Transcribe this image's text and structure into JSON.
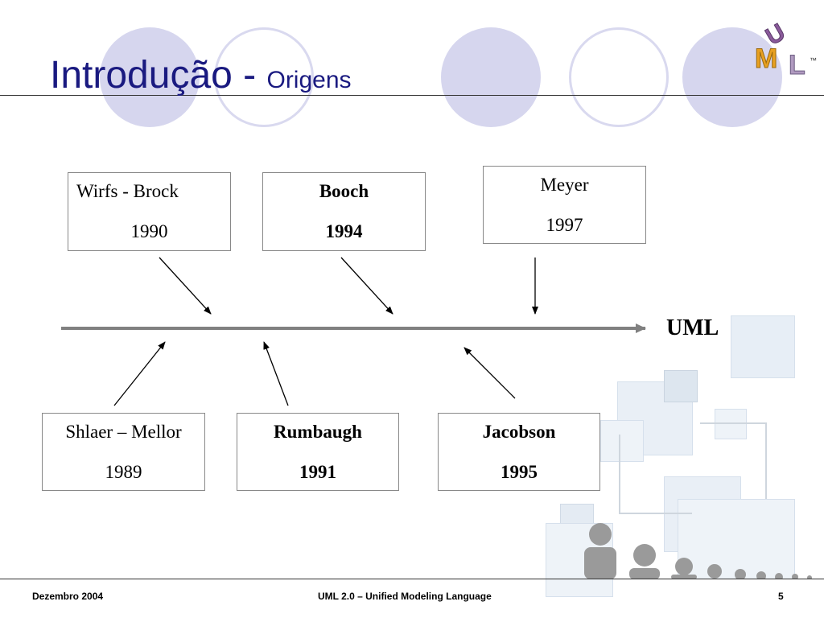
{
  "slide": {
    "title_main": "Introdução - ",
    "title_sub": "Origens",
    "logo_letters": [
      "U",
      "M",
      "L"
    ],
    "logo_trademark": "™"
  },
  "diagram": {
    "target_label": "UML",
    "top_boxes": [
      {
        "name": "Wirfs - Brock",
        "year": "1990",
        "bold": false
      },
      {
        "name": "Booch",
        "year": "1994",
        "bold": true
      },
      {
        "name": "Meyer",
        "year": "1997",
        "bold": false
      }
    ],
    "bottom_boxes": [
      {
        "name": "Shlaer – Mellor",
        "year": "1989",
        "bold": false
      },
      {
        "name": "Rumbaugh",
        "year": "1991",
        "bold": true
      },
      {
        "name": "Jacobson",
        "year": "1995",
        "bold": true
      }
    ]
  },
  "footer": {
    "date": "Dezembro 2004",
    "center": "UML 2.0 – Unified Modeling Language",
    "page": "5"
  },
  "colors": {
    "title": "#1a1a80",
    "circle_fill": "#d6d6ee",
    "circle_ring": "#d9d9ef",
    "timeline": "#808080",
    "logo_u": "#8a5a9a",
    "logo_m": "#e8a020",
    "logo_l": "#b09ac0"
  }
}
